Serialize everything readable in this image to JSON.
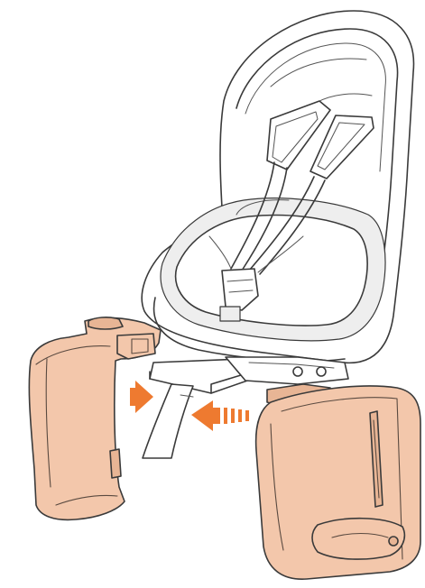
{
  "colors": {
    "pad": "#f3c7ab",
    "pad_shade": "#e8b595",
    "arrow": "#ee7a30",
    "line": "#3a3a3a",
    "seat_shade": "#eeeeee"
  },
  "parts": [
    {
      "name": "child-bike-seat",
      "icon": "seat-shell"
    },
    {
      "name": "harness-straps",
      "icon": "harness"
    },
    {
      "name": "left-leg-guard",
      "icon": "leg-guard-left"
    },
    {
      "name": "right-leg-guard",
      "icon": "leg-guard-right"
    },
    {
      "name": "arrow-right",
      "icon": "arrow"
    },
    {
      "name": "arrow-left",
      "icon": "arrow"
    }
  ]
}
